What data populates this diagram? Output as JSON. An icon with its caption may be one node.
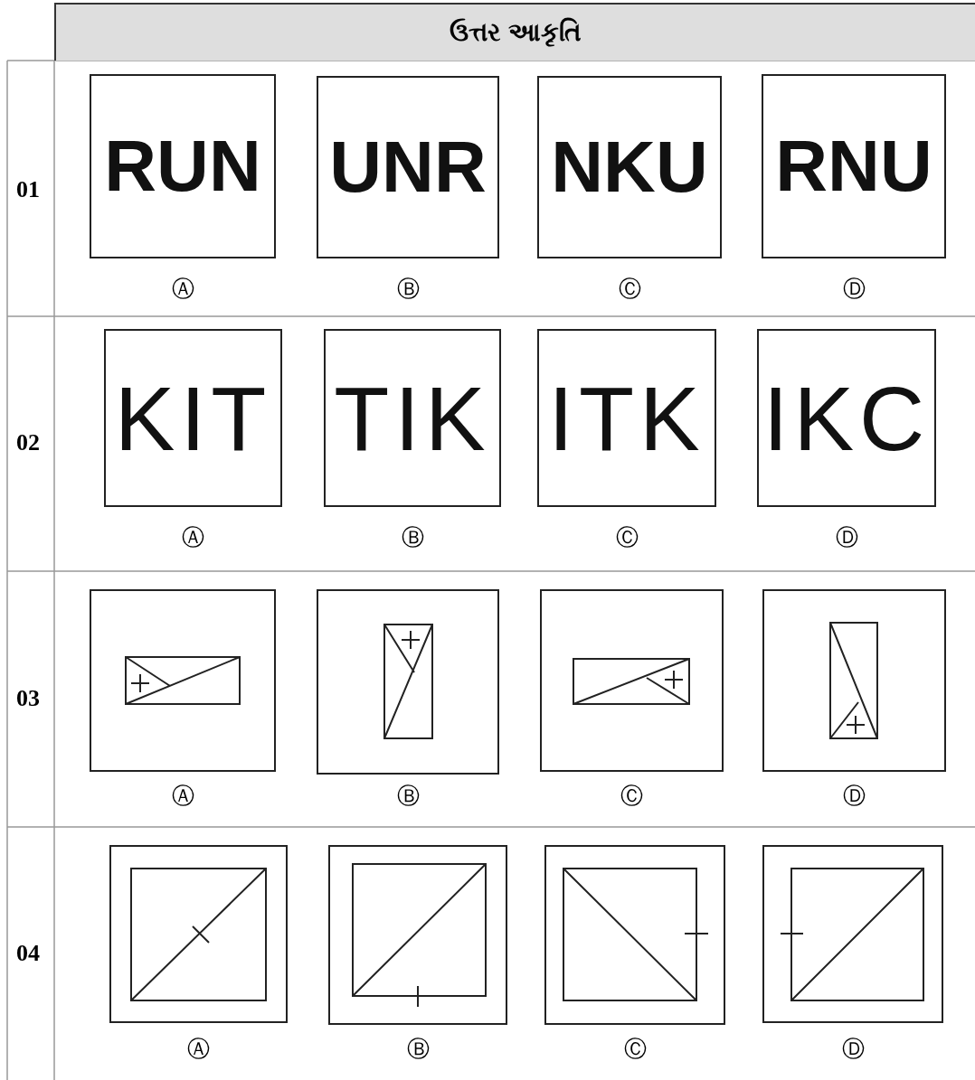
{
  "diagram": {
    "title": "ઉત્તર આકૃતિ",
    "nodes": [
      {
        "text": [
          "RUN"
        ],
        "beside": [
          "Ⓐ"
        ]
      },
      {
        "text": [
          "UNR"
        ],
        "beside": [
          "Ⓑ"
        ]
      },
      {
        "text": [
          "NKU"
        ],
        "beside": [
          "Ⓒ"
        ]
      },
      {
        "text": [
          "RNU"
        ],
        "beside": [
          "Ⓓ"
        ]
      },
      {
        "text": [
          "KIT"
        ],
        "beside": [
          "Ⓐ"
        ]
      },
      {
        "text": [
          "TIK"
        ],
        "beside": [
          "Ⓑ"
        ]
      },
      {
        "text": [
          "ITK"
        ],
        "beside": [
          "Ⓒ"
        ]
      },
      {
        "text": [
          "IKC"
        ],
        "beside": [
          "Ⓓ"
        ]
      },
      {
        "text": [],
        "shape": "box",
        "beside": [
          "Ⓐ"
        ]
      },
      {
        "text": [],
        "shape": "box",
        "beside": [
          "Ⓑ"
        ]
      },
      {
        "text": [],
        "shape": "box",
        "beside": [
          "Ⓒ"
        ]
      },
      {
        "text": [],
        "shape": "box",
        "beside": [
          "Ⓓ"
        ]
      },
      {
        "text": [],
        "shape": "box",
        "beside": [
          "Ⓐ"
        ]
      },
      {
        "text": [],
        "shape": "box",
        "beside": [
          "Ⓑ"
        ]
      },
      {
        "text": [],
        "shape": "box",
        "beside": [
          "Ⓒ"
        ]
      },
      {
        "text": [],
        "shape": "box",
        "beside": [
          "Ⓓ"
        ]
      }
    ],
    "labels": [
      "01",
      "02",
      "03",
      "04"
    ]
  }
}
